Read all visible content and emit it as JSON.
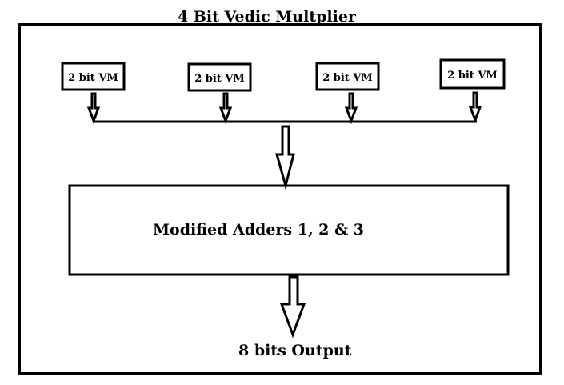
{
  "diagram": {
    "title": "4 Bit Vedic Multplier",
    "modules": [
      {
        "label": "2 bit VM"
      },
      {
        "label": "2 bit VM"
      },
      {
        "label": "2 bit VM"
      },
      {
        "label": "2 bit VM"
      }
    ],
    "adder": {
      "label": "Modified Adders 1, 2 & 3"
    },
    "output": {
      "label": "8 bits Output"
    },
    "colors": {
      "stroke": "#000000",
      "background": "#ffffff"
    }
  }
}
